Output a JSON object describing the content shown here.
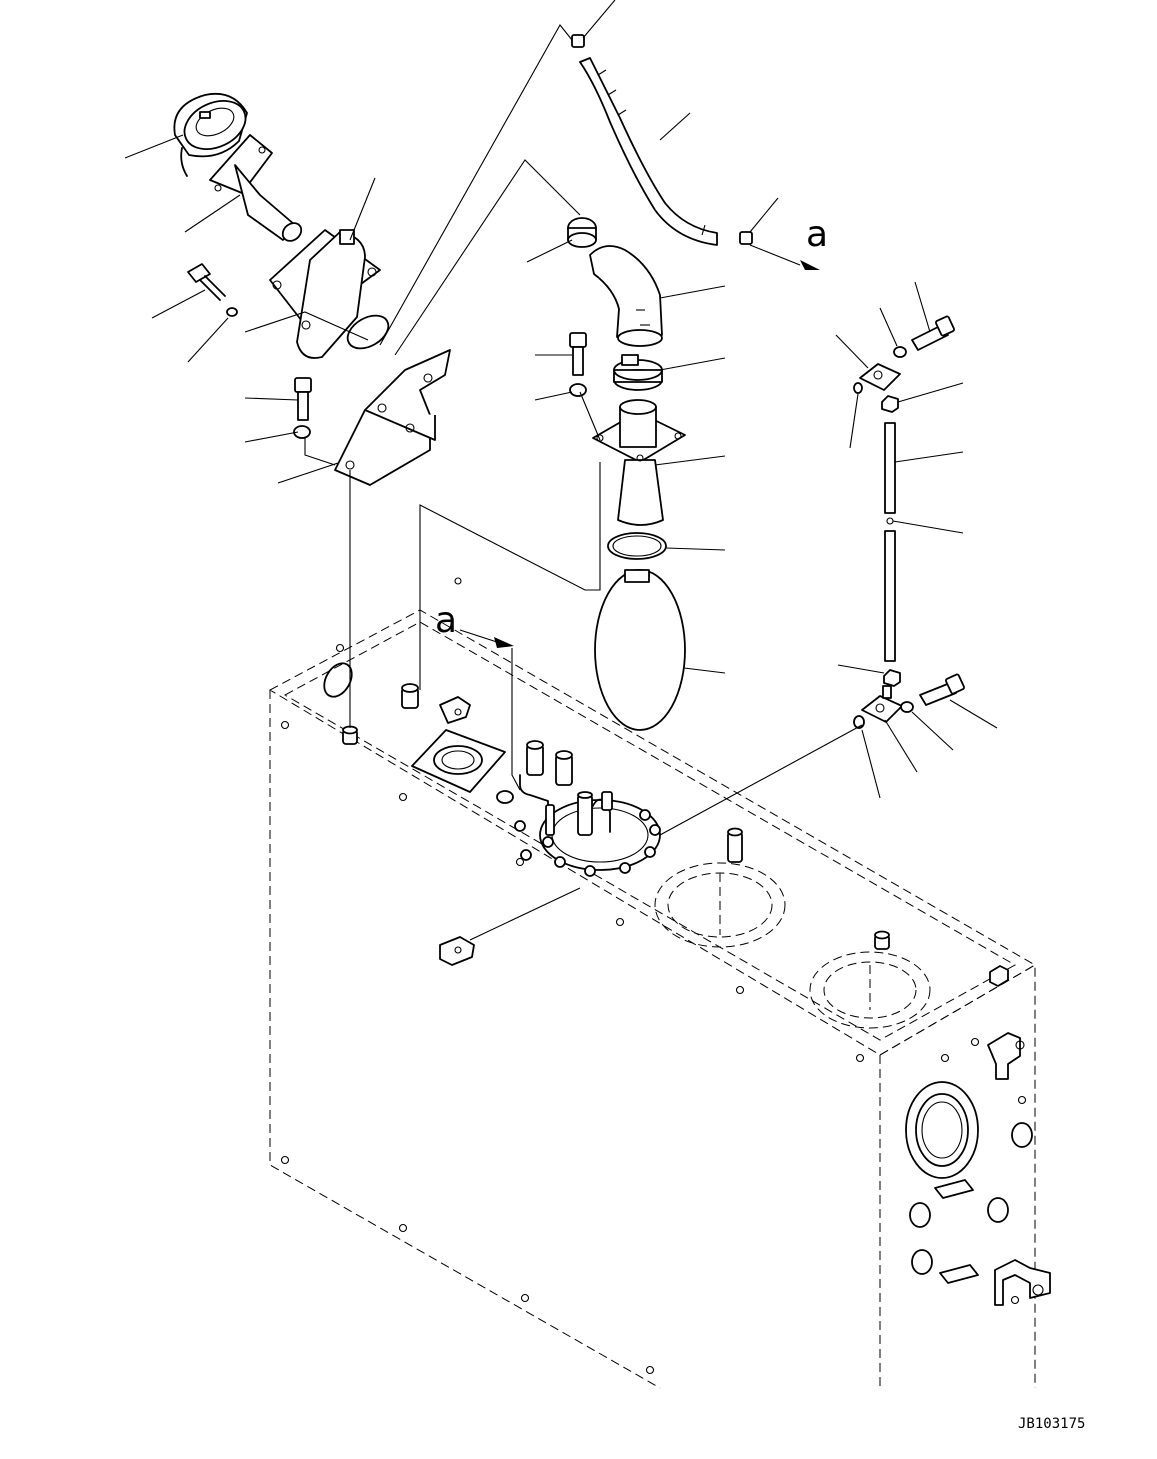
{
  "diagram": {
    "view_marker_top": "a",
    "view_marker_tank": "a",
    "drawing_ref": "JB103175"
  }
}
